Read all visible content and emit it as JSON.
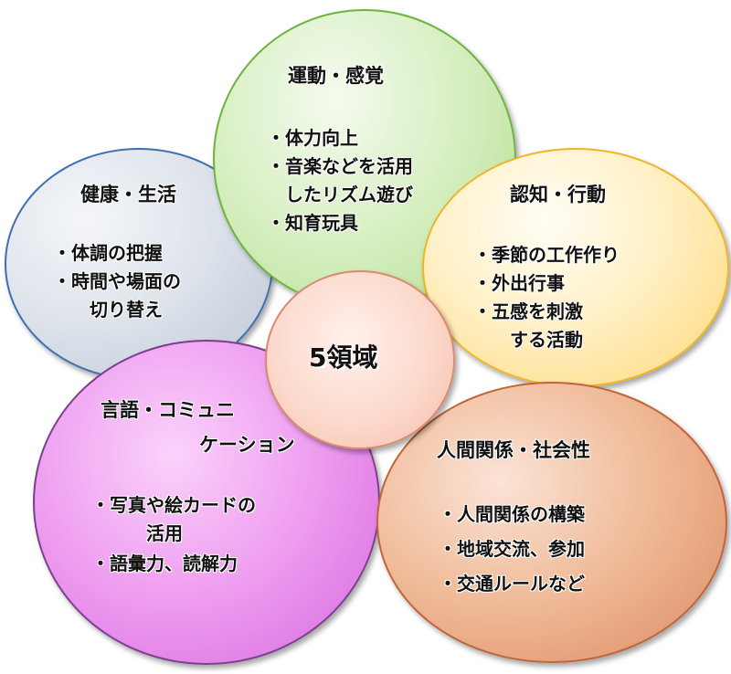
{
  "center": {
    "label": "5領域"
  },
  "domains": {
    "health": {
      "title": "健康・生活",
      "items": [
        "・体調の把握",
        "・時間や場面の",
        "　　切り替え"
      ]
    },
    "motor": {
      "title": "運動・感覚",
      "items": [
        "・体力向上",
        "・音楽などを活用",
        "　したリズム遊び",
        "・知育玩具"
      ]
    },
    "cognition": {
      "title": "認知・行動",
      "items": [
        "・季節の工作作り",
        "・外出行事",
        "・五感を刺激",
        "　　する活動"
      ]
    },
    "language": {
      "title_line1": "言語・コミュニ",
      "title_line2": "ケーション",
      "items": [
        "・写真や絵カードの",
        "　　　活用",
        "・語彙力、読解力"
      ]
    },
    "human": {
      "title": "人間関係・社会性",
      "items": [
        "・人間関係の構築",
        "・地域交流、参加",
        "・交通ルールなど"
      ]
    }
  },
  "colors": {
    "health_border": "#3f6fb0",
    "motor_border": "#6db43c",
    "cognition_border": "#f0b429",
    "language_border": "#7b3f8e",
    "human_border": "#c0643a",
    "center_border": "#d98a70"
  }
}
